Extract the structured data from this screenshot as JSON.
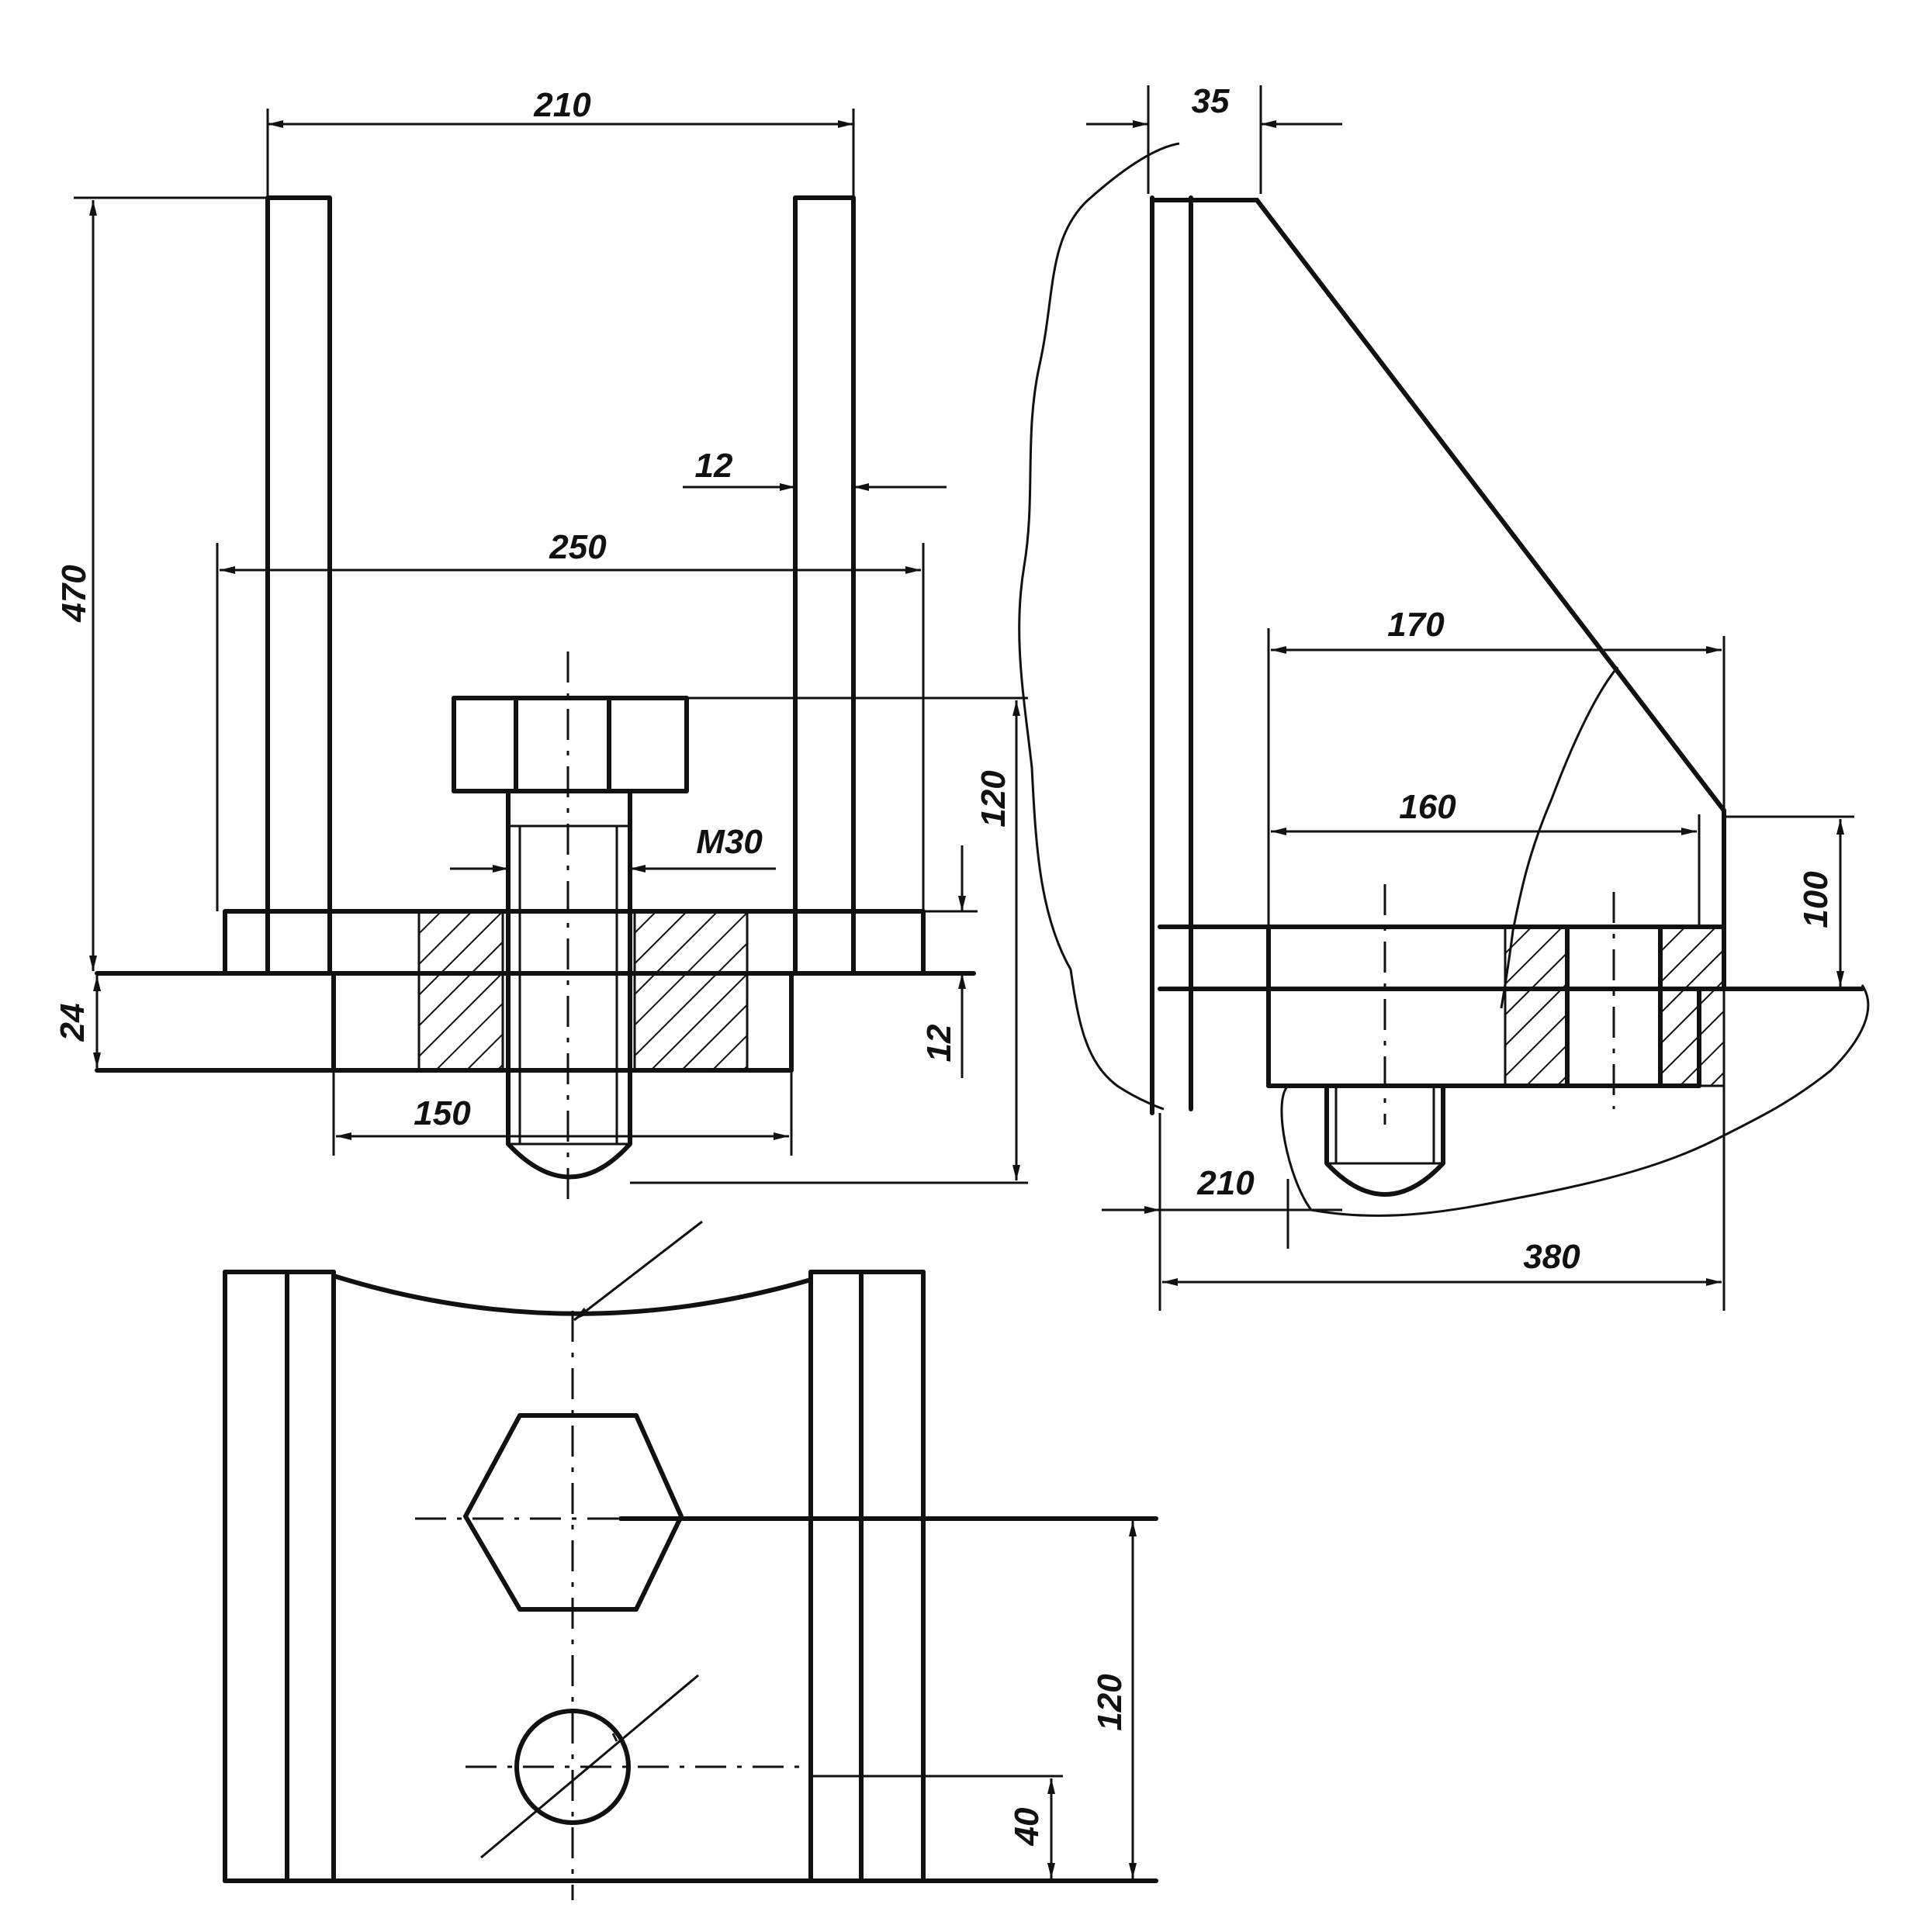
{
  "dimensions": {
    "d210_top": "210",
    "d470": "470",
    "d12_top": "12",
    "d250": "250",
    "d120_front": "120",
    "dM30": "M30",
    "d24": "24",
    "d12_right": "12",
    "d150": "150",
    "d35": "35",
    "d170": "170",
    "d160": "160",
    "d100": "100",
    "d210_side": "210",
    "d380": "380",
    "d120_plan": "120",
    "d40": "40"
  }
}
